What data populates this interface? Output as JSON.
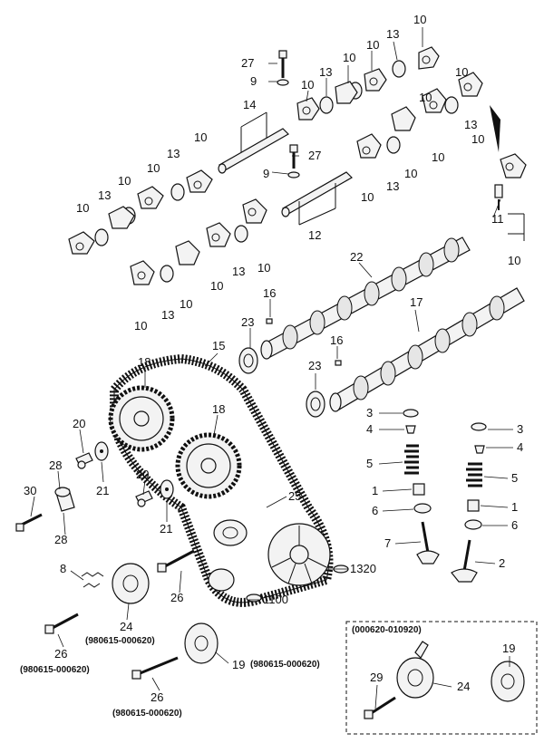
{
  "labels": {
    "p1": "1",
    "p2": "2",
    "p3": "3",
    "p4": "4",
    "p5": "5",
    "p6": "6",
    "p7": "7",
    "p8": "8",
    "p9": "9",
    "p10": "10",
    "p11": "11",
    "p12": "12",
    "p13": "13",
    "p14": "14",
    "p15": "15",
    "p16": "16",
    "p17": "17",
    "p18": "18",
    "p19": "19",
    "p20": "20",
    "p21": "21",
    "p22": "22",
    "p23": "23",
    "p24": "24",
    "p25": "25",
    "p26": "26",
    "p27": "27",
    "p28": "28",
    "p29": "29",
    "p30": "30",
    "p1100": "1100",
    "p1320": "1320"
  },
  "date_notes": {
    "range_a": "(980615-000620)",
    "range_b": "(000620-010920)"
  }
}
